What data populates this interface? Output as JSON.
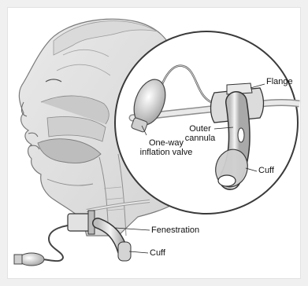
{
  "labels": {
    "flange": "Flange",
    "outer_cannula_line1": "Outer",
    "outer_cannula_line2": "cannula",
    "cuff_zoom": "Cuff",
    "valve_line1": "One-way",
    "valve_line2": "inflation valve",
    "fenestration": "Fenestration",
    "cuff_main": "Cuff"
  }
}
